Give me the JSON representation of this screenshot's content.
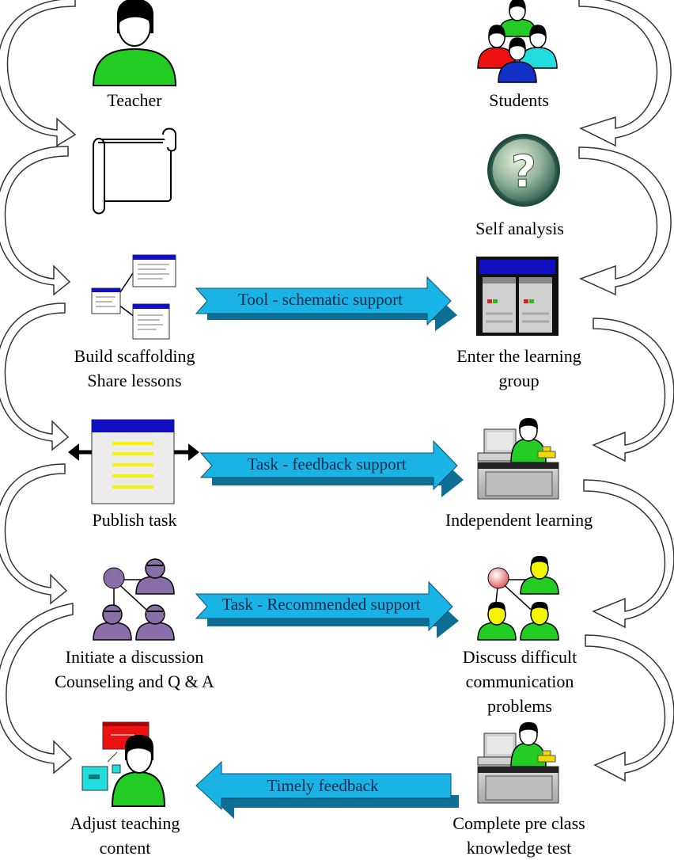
{
  "left_column": {
    "teacher": "Teacher",
    "scaffold_line1": "Build scaffolding",
    "scaffold_line2": "Share lessons",
    "publish": "Publish task",
    "discuss_line1": "Initiate a discussion",
    "discuss_line2": "Counseling and Q & A",
    "adjust_line1": "Adjust teaching",
    "adjust_line2": "content"
  },
  "right_column": {
    "students": "Students",
    "self_analysis": "Self analysis",
    "enter_line1": "Enter the learning",
    "enter_line2": "group",
    "independent": "Independent learning",
    "difficult_line1": "Discuss difficult",
    "difficult_line2": "communication",
    "difficult_line3": "problems",
    "complete_line1": "Complete pre class",
    "complete_line2": "knowledge test"
  },
  "middle_arrows": {
    "tool": "Tool - schematic support",
    "task_feedback": "Task - feedback support",
    "task_recommended": "Task - Recommended support",
    "timely": "Timely feedback"
  },
  "icons": {
    "question_mark": "?"
  },
  "colors": {
    "arrow_blue": "#1ab3e6",
    "arrow_dark": "#0e6e94",
    "person_green": "#22cc22",
    "discussion_purple": "#8a6ea8",
    "window_blue": "#1010c0",
    "task_yellow": "#f5f500"
  }
}
